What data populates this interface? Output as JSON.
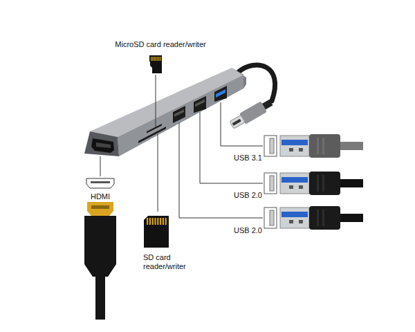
{
  "diagram": {
    "labels": [
      "MicroSD card reader/writer",
      "HDMI",
      "SD card reader/writer",
      "USB 3.1",
      "USB 2.0",
      "USB 2.0"
    ]
  }
}
